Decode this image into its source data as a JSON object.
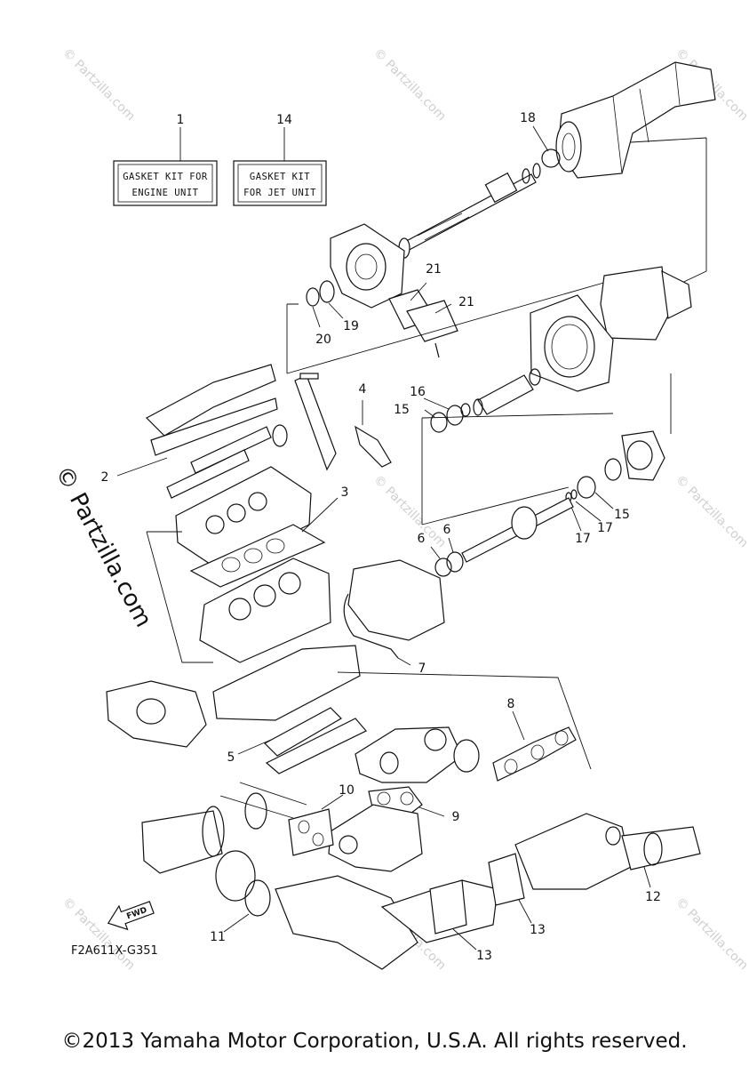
{
  "kit_labels": {
    "engine_line1": "GASKET KIT FOR",
    "engine_line2": "ENGINE UNIT",
    "jet_line1": "GASKET KIT",
    "jet_line2": "FOR JET UNIT"
  },
  "callouts": {
    "c1": "1",
    "c2": "2",
    "c3": "3",
    "c4": "4",
    "c5": "5",
    "c6a": "6",
    "c6b": "6",
    "c7": "7",
    "c8": "8",
    "c9": "9",
    "c10": "10",
    "c11": "11",
    "c12": "12",
    "c13a": "13",
    "c13b": "13",
    "c14": "14",
    "c15a": "15",
    "c15b": "15",
    "c16": "16",
    "c17a": "17",
    "c17b": "17",
    "c18": "18",
    "c19": "19",
    "c20": "20",
    "c21a": "21",
    "c21b": "21"
  },
  "watermark": "© Partzilla.com",
  "watermark_small": "© Partzilla.com",
  "fwd_label": "FWD",
  "diagram_code": "F2A611X-G351",
  "copyright": "©2013 Yamaha Motor Corporation, U.S.A. All rights reserved."
}
